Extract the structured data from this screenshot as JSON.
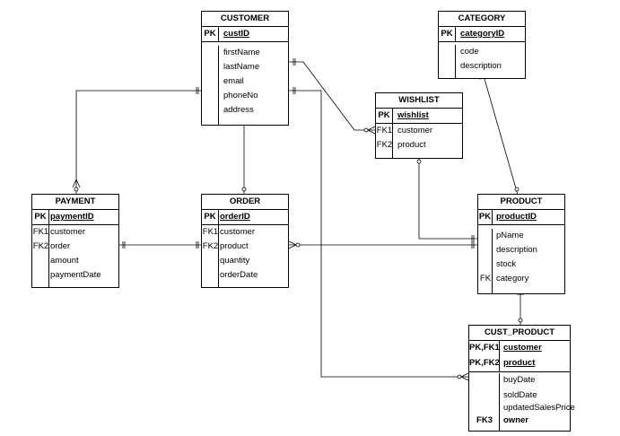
{
  "entities": {
    "customer": {
      "title": "CUSTOMER",
      "pk": {
        "key": "PK",
        "field": "custID"
      },
      "rows": [
        {
          "key": "",
          "field": "firstName"
        },
        {
          "key": "",
          "field": "lastName"
        },
        {
          "key": "",
          "field": "email"
        },
        {
          "key": "",
          "field": "phoneNo"
        },
        {
          "key": "",
          "field": "address"
        }
      ]
    },
    "category": {
      "title": "CATEGORY",
      "pk": {
        "key": "PK",
        "field": "categoryID"
      },
      "rows": [
        {
          "key": "",
          "field": "code"
        },
        {
          "key": "",
          "field": "description"
        }
      ]
    },
    "wishlist": {
      "title": "WISHLIST",
      "pk": {
        "key": "PK",
        "field": "wishlist"
      },
      "rows": [
        {
          "key": "FK1",
          "field": "customer"
        },
        {
          "key": "FK2",
          "field": "product"
        }
      ]
    },
    "payment": {
      "title": "PAYMENT",
      "pk": {
        "key": "PK",
        "field": "paymentID"
      },
      "rows": [
        {
          "key": "FK1",
          "field": "customer"
        },
        {
          "key": "FK2",
          "field": "order"
        },
        {
          "key": "",
          "field": "amount"
        },
        {
          "key": "",
          "field": "paymentDate"
        }
      ]
    },
    "order": {
      "title": "ORDER",
      "pk": {
        "key": "PK",
        "field": "orderID"
      },
      "rows": [
        {
          "key": "FK1",
          "field": "customer"
        },
        {
          "key": "FK2",
          "field": "product"
        },
        {
          "key": "",
          "field": "quantity"
        },
        {
          "key": "",
          "field": "orderDate"
        }
      ]
    },
    "product": {
      "title": "PRODUCT",
      "pk": {
        "key": "PK",
        "field": "productID"
      },
      "rows": [
        {
          "key": "",
          "field": "pName"
        },
        {
          "key": "",
          "field": "description"
        },
        {
          "key": "",
          "field": "stock"
        },
        {
          "key": "FK",
          "field": "category"
        }
      ]
    },
    "cust_product": {
      "title": "CUST_PRODUCT",
      "pk1": {
        "key": "PK,FK1",
        "field": "customer"
      },
      "pk2": {
        "key": "PK,FK2",
        "field": "product"
      },
      "rows": [
        {
          "key": "",
          "field": "buyDate"
        },
        {
          "key": "",
          "field": "soldDate"
        },
        {
          "key": "",
          "field": "updatedSalesPrice"
        },
        {
          "key": "FK3",
          "field": "owner"
        }
      ]
    }
  }
}
